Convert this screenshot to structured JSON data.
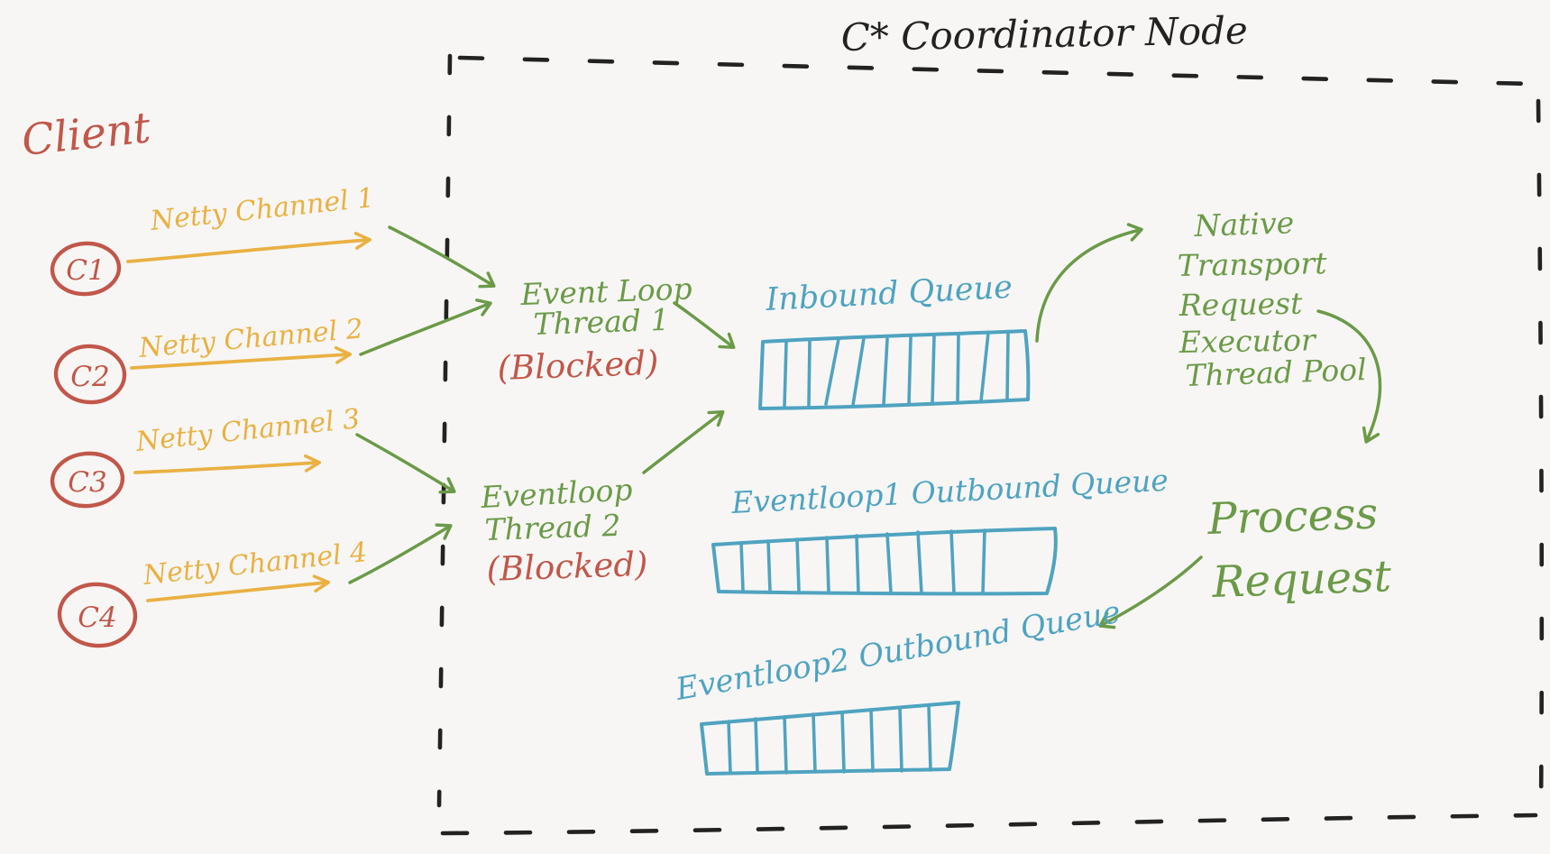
{
  "title": "C* Coordinator Node",
  "colors": {
    "background": "#f7f6f4",
    "ink": "#222222",
    "red": "#c1574a",
    "orange": "#e9b143",
    "green": "#6b9a48",
    "blue": "#4fa3c0"
  },
  "client": {
    "label": "Client",
    "nodes": [
      {
        "id": "C1",
        "channel": "Netty Channel 1"
      },
      {
        "id": "C2",
        "channel": "Netty Channel 2"
      },
      {
        "id": "C3",
        "channel": "Netty Channel 3"
      },
      {
        "id": "C4",
        "channel": "Netty Channel 4"
      }
    ]
  },
  "event_loops": [
    {
      "name_line1": "Event Loop",
      "name_line2": "Thread 1",
      "status": "(Blocked)"
    },
    {
      "name_line1": "Eventloop",
      "name_line2": "Thread 2",
      "status": "(Blocked)"
    }
  ],
  "queues": {
    "inbound": {
      "label": "Inbound Queue"
    },
    "outbound1": {
      "label": "Eventloop1 Outbound Queue"
    },
    "outbound2": {
      "label": "Eventloop2 Outbound Queue"
    }
  },
  "executor_pool": {
    "lines": [
      "Native",
      "Transport",
      "Request",
      "Executor",
      "Thread Pool"
    ]
  },
  "process_request": {
    "line1": "Process",
    "line2": "Request"
  }
}
